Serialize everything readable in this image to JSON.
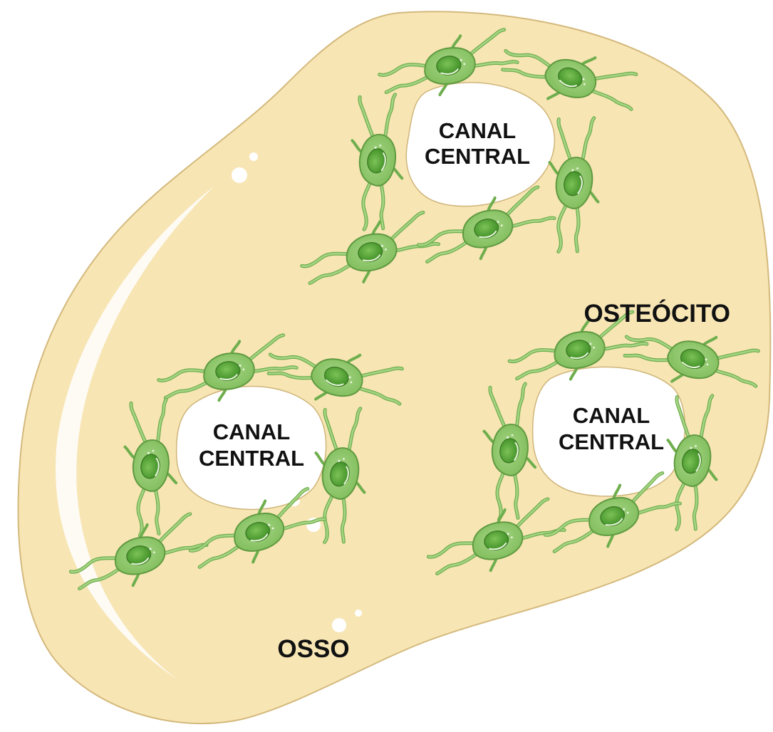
{
  "labels": {
    "canal_1": [
      "CANAL",
      "CENTRAL"
    ],
    "canal_2": [
      "CANAL",
      "CENTRAL"
    ],
    "canal_3": [
      "CANAL",
      "CENTRAL"
    ],
    "osteocyte": "OSTEÓCITO",
    "bone": "OSSO"
  },
  "colors": {
    "bone_fill": "#f7e5b4",
    "bone_stroke": "#d4b97c",
    "canal_fill": "#ffffff",
    "cell_fill": "#8cc56a",
    "cell_stroke": "#5f9a40",
    "nucleus_fill": "#5aa93a",
    "text": "#111111"
  },
  "icons": [
    "osteocyte-cell-icon"
  ]
}
